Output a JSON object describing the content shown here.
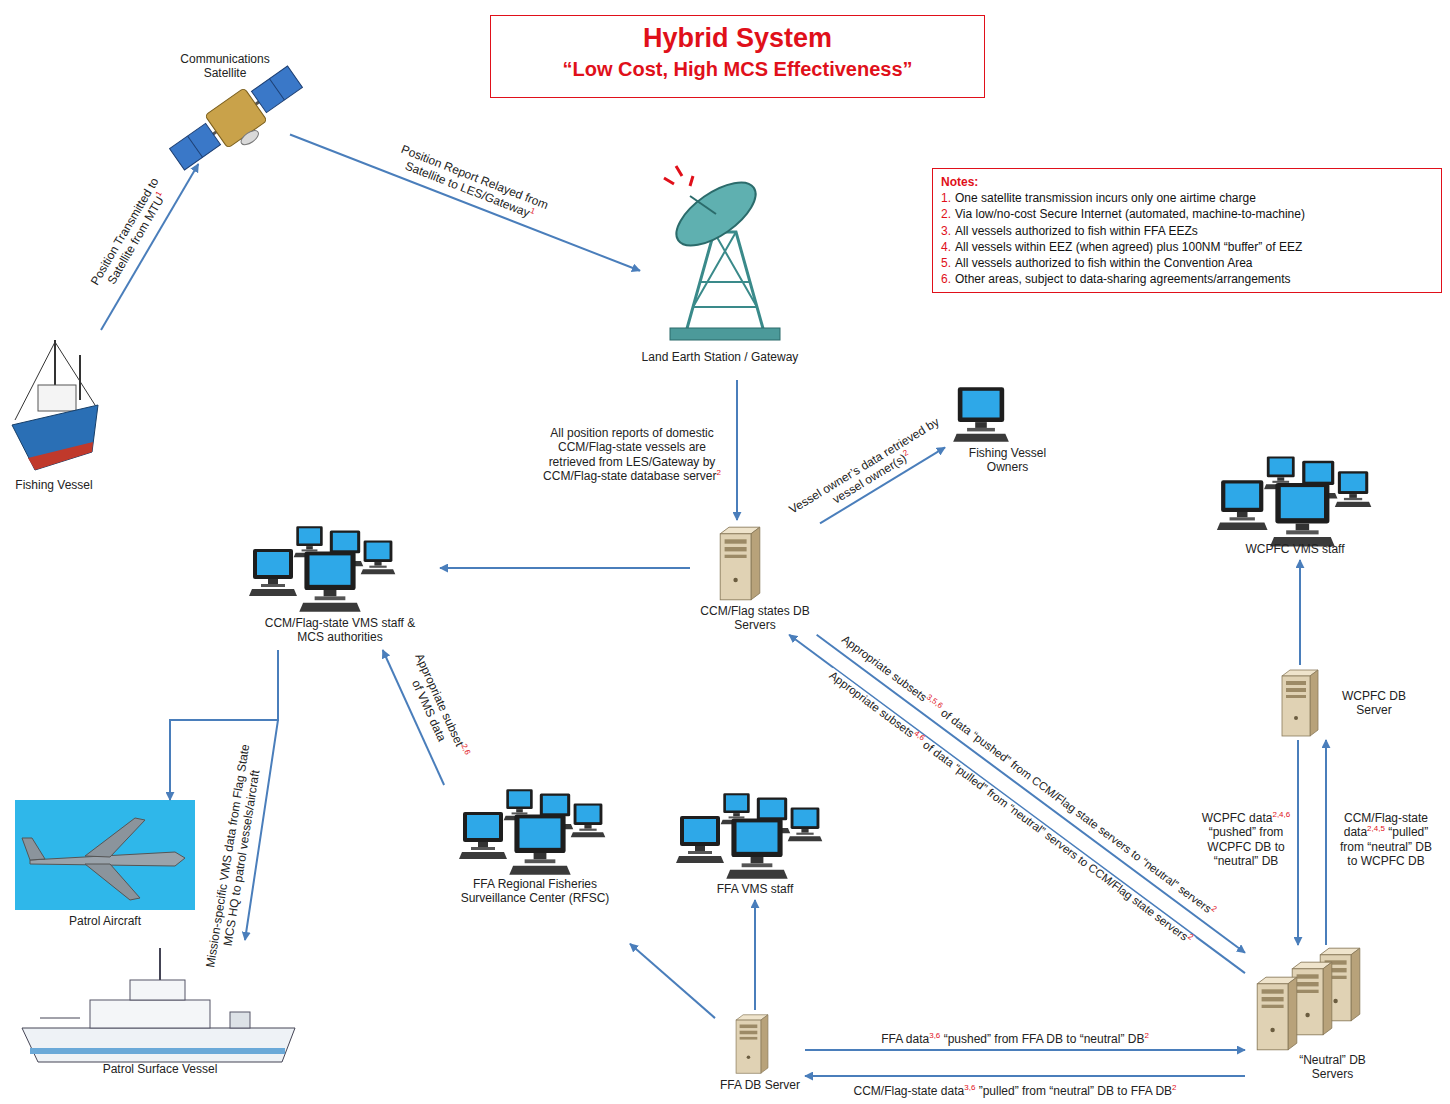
{
  "diagram": {
    "title": "Hybrid System",
    "nodes": [
      {
        "text": [
          "Communications Satellite"
        ]
      },
      {
        "text": [
          "Land Earth Station / Gateway"
        ]
      },
      {
        "text": [
          "Notes:",
          "1.",
          "One satellite transmission incurs only one airtime charge",
          "2.",
          "Via low/no-cost Secure Internet (automated, machine-to-machine)",
          "3.",
          "All vessels authorized to fish within FFA EEZs",
          "4.",
          "All vessels within EEZ (when agreed) plus 100NM “buffer” of EEZ",
          "5.",
          "All vessels authorized to fish within the Convention Area",
          "6.",
          "Other areas, subject to data-sharing agreements/arrangements"
        ]
      },
      {
        "text": [
          "Fishing Vessel"
        ]
      },
      {
        "text": [
          "Fishing Vessel Owners"
        ]
      },
      {
        "text": [
          "WCPFC VMS staff"
        ]
      },
      {
        "text": [
          "CCM/Flag-state VMS staff & MCS authorities"
        ]
      },
      {
        "text": [
          "CCM/Flag states DB Servers"
        ]
      },
      {
        "text": [
          "WCPFC DB Server"
        ]
      },
      {
        "text": [
          "Patrol Aircraft"
        ]
      },
      {
        "text": [
          "FFA Regional Fisheries Surveillance Center (RFSC)"
        ]
      },
      {
        "text": [
          "FFA VMS staff"
        ]
      },
      {
        "text": [
          "Patrol Surface Vessel"
        ]
      },
      {
        "text": [
          "FFA DB Server"
        ]
      },
      {
        "text": [
          "“Neutral” DB Servers"
        ]
      }
    ],
    "edges": [
      {
        "from": 3,
        "to": 0,
        "arrow": "to",
        "label": "Position Transmitted to Satellite from MTU1"
      },
      {
        "from": 0,
        "to": 1,
        "arrow": "to",
        "label": "Position Report Relayed from Satellite to LES/Gateway1"
      },
      {
        "from": 1,
        "to": 7,
        "arrow": "to",
        "label": "All position reports of domestic CCM/Flag-state vessels are retrieved from LES/Gateway by CCM/Flag-state database server2"
      },
      {
        "from": 7,
        "to": 4,
        "arrow": "to",
        "label": "Vessel owner’s data retrieved by vessel owner(s)2"
      },
      {
        "from": 7,
        "to": 6,
        "arrow": "to"
      },
      {
        "from": 6,
        "to": 9,
        "arrow": "to"
      },
      {
        "from": 6,
        "to": 12,
        "arrow": "to",
        "label": "Mission-specific VMS data from Flag State MCS HQ to patrol vessels/aircraft"
      },
      {
        "from": 10,
        "to": 6,
        "arrow": "to",
        "label": "Appropriate subset2,6 of VMS data"
      },
      {
        "from": 7,
        "to": 14,
        "arrow": "to",
        "label": "Appropriate subsets3,5,6 of data “pushed” from CCM/Flag state servers to “neutral” servers2"
      },
      {
        "from": 14,
        "to": 7,
        "arrow": "to",
        "label": "Appropriate subsets4,6 of data “pulled” from “neutral” servers to CCM/Flag state servers2"
      },
      {
        "from": 13,
        "to": 10,
        "arrow": "to"
      },
      {
        "from": 13,
        "to": 11,
        "arrow": "to"
      },
      {
        "from": 13,
        "to": 14,
        "arrow": "to",
        "label": "FFA data3,6 “pushed” from FFA DB to “neutral” DB2"
      },
      {
        "from": 14,
        "to": 13,
        "arrow": "to",
        "label": "CCM/Flag-state data3,6 ”pulled” from “neutral” DB to FFA DB2"
      },
      {
        "from": 8,
        "to": 14,
        "arrow": "to",
        "label": "WCPFC data2,4,6 “pushed” from WCPFC DB to “neutral” DB"
      },
      {
        "from": 14,
        "to": 8,
        "arrow": "to",
        "label": "CCM/Flag-state data2,4,5 “pulled” from “neutral” DB to WCPFC DB"
      },
      {
        "from": 8,
        "to": 5,
        "arrow": "to"
      }
    ],
    "labels": [
      "“Low Cost, High MCS Effectiveness”"
    ]
  }
}
